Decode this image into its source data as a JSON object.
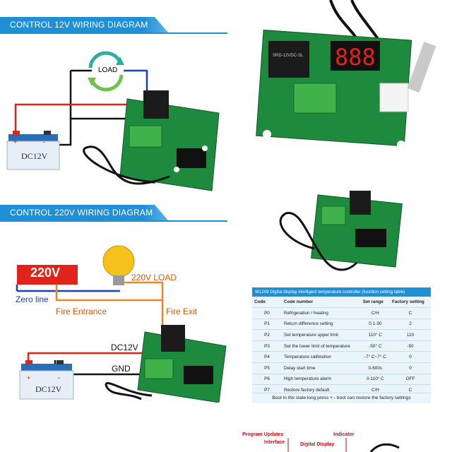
{
  "section1": {
    "title": "CONTROL 12V WIRING DIAGRAM",
    "load_label": "LOAD",
    "battery_label": "DC12V",
    "plus": "+",
    "minus": "-"
  },
  "section2": {
    "title": "CONTROL 220V WIRING DIAGRAM",
    "voltage_label": "220V",
    "load_label": "220V LOAD",
    "zero_line": "Zero line",
    "fire_entrance": "Fire Entrance",
    "fire_exit": "Fire Exit",
    "dc12v_label": "DC12V",
    "gnd_label": "GND",
    "battery_label": "DC12V",
    "plus": "+",
    "minus": "-"
  },
  "relay_text": {
    "line1": "SRD-12VDC-SL"
  },
  "display": {
    "digits": "888"
  },
  "table": {
    "title": "W1209 Digital display intelligent temperature controller (function setting table)",
    "headers": [
      "Code",
      "Code number",
      "Set range",
      "Factory setting"
    ],
    "rows": [
      {
        "code": "P0",
        "name": "Refrigeration / heating",
        "range": "C/H",
        "factory": "C"
      },
      {
        "code": "P1",
        "name": "Return difference setting",
        "range": "0.1-30",
        "factory": "2"
      },
      {
        "code": "P2",
        "name": "Set temperature upper limit",
        "range": "110° C",
        "factory": "110"
      },
      {
        "code": "P3",
        "name": "Set the lower limit of temperature",
        "range": "-50° C",
        "factory": "-50"
      },
      {
        "code": "P4",
        "name": "Temperature calibration",
        "range": "-7° C~7° C",
        "factory": "0"
      },
      {
        "code": "P5",
        "name": "Delay start time",
        "range": "0-600s",
        "factory": "0"
      },
      {
        "code": "P6",
        "name": "High temperature alarm",
        "range": "0-110° C",
        "factory": "OFF"
      },
      {
        "code": "P7",
        "name": "Restore factory default",
        "range": "C/H",
        "factory": "C"
      }
    ],
    "footer": "Boot in the state long press + - boot can restore the factory settings"
  },
  "bottom_labels": {
    "program": "Program Updates",
    "interface": "Interface",
    "digital_display": "Digital Display",
    "indicator": "Indicator"
  },
  "colors": {
    "banner_blue": "#1f8fd6",
    "pcb_green": "#1e8a3e",
    "wire_red": "#e0231b",
    "wire_blue": "#1f3fbf",
    "wire_orange": "#e8872e",
    "voltage_red": "#e0231b"
  }
}
